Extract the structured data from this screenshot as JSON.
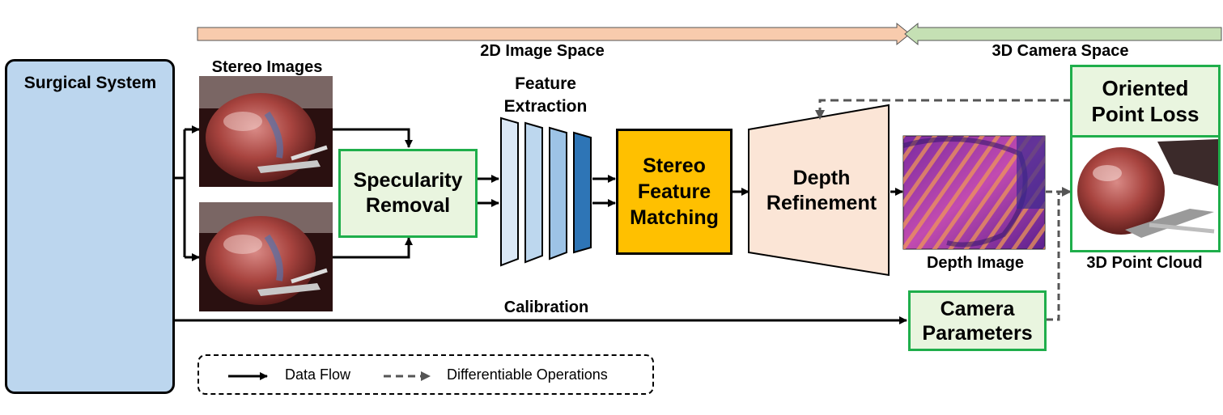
{
  "spaces": {
    "image_space": "2D Image Space",
    "camera_space": "3D Camera Space"
  },
  "surgical_system": {
    "title": "Surgical System"
  },
  "stereo_images": {
    "label": "Stereo Images"
  },
  "specularity_removal": {
    "line1": "Specularity",
    "line2": "Removal"
  },
  "feature_extraction": {
    "line1": "Feature",
    "line2": "Extraction"
  },
  "stereo_feature_matching": {
    "line1": "Stereo",
    "line2": "Feature",
    "line3": "Matching"
  },
  "depth_refinement": {
    "line1": "Depth",
    "line2": "Refinement"
  },
  "depth_image": {
    "label": "Depth Image"
  },
  "oriented_point_loss": {
    "line1": "Oriented",
    "line2": "Point Loss"
  },
  "point_cloud": {
    "label": "3D Point Cloud"
  },
  "camera_parameters": {
    "line1": "Camera",
    "line2": "Parameters"
  },
  "calibration": {
    "label": "Calibration"
  },
  "legend": {
    "data_flow": "Data Flow",
    "differentiable": "Differentiable Operations"
  },
  "colors": {
    "image_space_arrow": "#f8cbad",
    "camera_space_arrow": "#c5e0b4",
    "surgical_panel": "#bcd6ee",
    "green_border": "#1fae4b",
    "green_fill": "#e9f5df",
    "matching_fill": "#ffc000",
    "extraction_fill": "#fbe5d6",
    "encoder_light": "#dbe8f6",
    "encoder_mid": "#9dc3e6",
    "encoder_dark": "#2e75b6"
  }
}
